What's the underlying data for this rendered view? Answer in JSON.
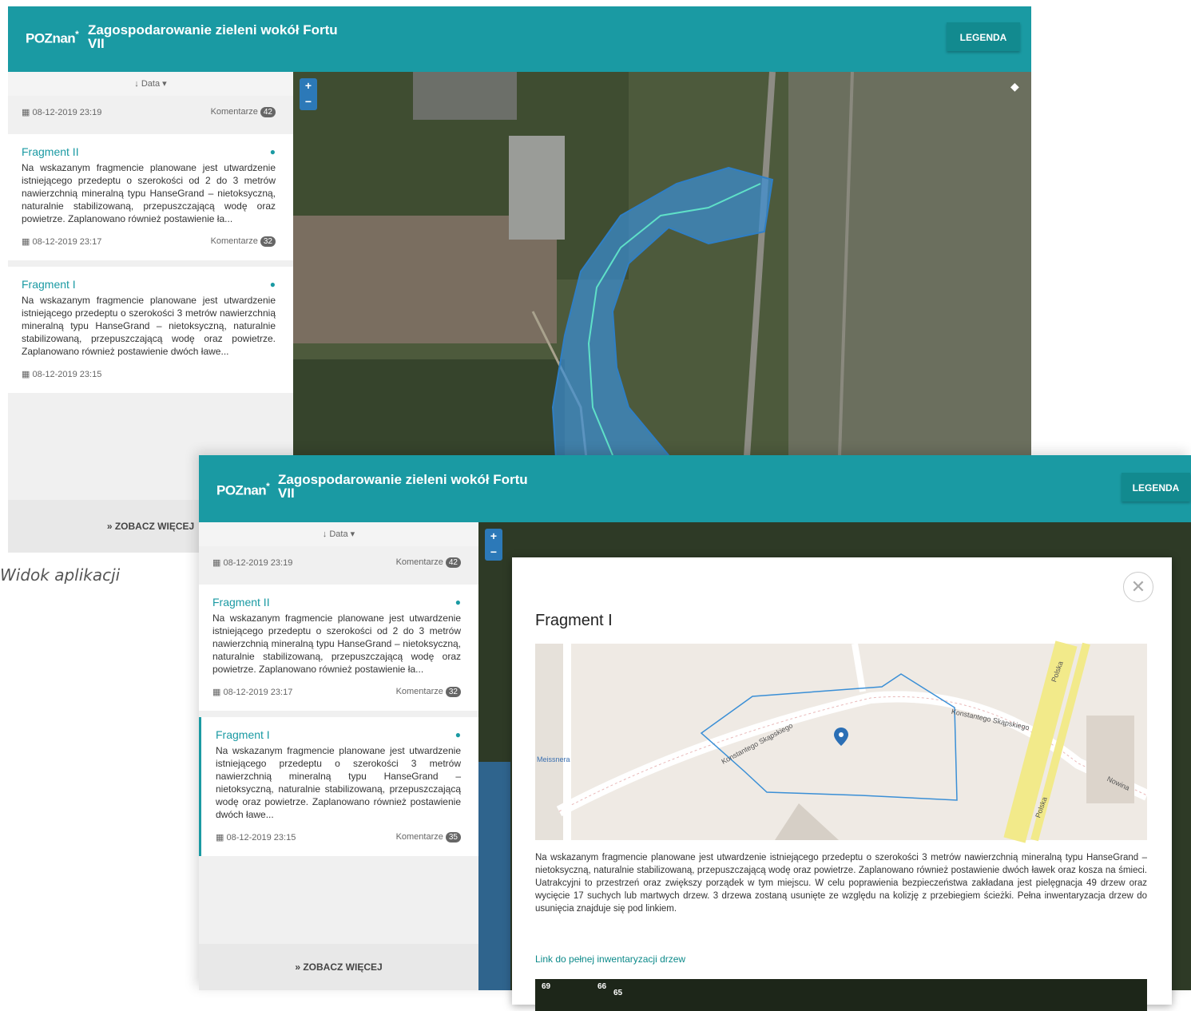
{
  "windows": [
    {
      "logo": "POZnan",
      "logo_mark": "*",
      "title": "Zagospodarowanie zieleni wokół Fortu VII",
      "legend_label": "LEGENDA",
      "sort_label": "Data",
      "top_date": "08-12-2019 23:19",
      "top_comments": {
        "label": "Komentarze",
        "count": "42"
      },
      "items": [
        {
          "title": "Fragment II",
          "text": "Na wskazanym fragmencie planowane jest utwardzenie istniejącego przedeptu o szerokości od 2 do 3 metrów nawierzchnią mineralną typu HanseGrand – nietoksyczną, naturalnie stabilizowaną, przepuszczającą wodę oraz powietrze. Zaplanowano również postawienie ła...",
          "date": "08-12-2019 23:17",
          "comments_label": "Komentarze",
          "comments": "32"
        },
        {
          "title": "Fragment I",
          "text": "Na wskazanym fragmencie planowane jest utwardzenie istniejącego przedeptu o szerokości 3 metrów nawierzchnią mineralną typu HanseGrand – nietoksyczną, naturalnie stabilizowaną, przepuszczającą wodę oraz powietrze. Zaplanowano również postawienie dwóch ławe...",
          "date": "08-12-2019 23:15",
          "comments_label": "",
          "comments": ""
        }
      ],
      "more_label": "ZOBACZ WIĘCEJ"
    },
    {
      "logo": "POZnan",
      "logo_mark": "*",
      "title": "Zagospodarowanie zieleni wokół Fortu VII",
      "legend_label": "LEGENDA",
      "sort_label": "Data",
      "top_date": "08-12-2019 23:19",
      "top_comments": {
        "label": "Komentarze",
        "count": "42"
      },
      "items": [
        {
          "title": "Fragment II",
          "text": "Na wskazanym fragmencie planowane jest utwardzenie istniejącego przedeptu o szerokości od 2 do 3 metrów nawierzchnią mineralną typu HanseGrand – nietoksyczną, naturalnie stabilizowaną, przepuszczającą wodę oraz powietrze. Zaplanowano również postawienie ła...",
          "date": "08-12-2019 23:17",
          "comments_label": "Komentarze",
          "comments": "32"
        },
        {
          "title": "Fragment I",
          "text": "Na wskazanym fragmencie planowane jest utwardzenie istniejącego przedeptu o szerokości 3 metrów nawierzchnią mineralną typu HanseGrand – nietoksyczną, naturalnie stabilizowaną, przepuszczającą wodę oraz powietrze. Zaplanowano również postawienie dwóch ławe...",
          "date": "08-12-2019 23:15",
          "comments_label": "Komentarze",
          "comments": "35"
        }
      ],
      "more_label": "ZOBACZ WIĘCEJ",
      "modal": {
        "title": "Fragment I",
        "text": "Na wskazanym fragmencie planowane jest utwardzenie istniejącego przedeptu o szerokości 3 metrów nawierzchnią mineralną typu HanseGrand – nietoksyczną, naturalnie stabilizowaną, przepuszczającą wodę oraz powietrze. Zaplanowano również postawienie dwóch ławek oraz kosza na śmieci. Uatrakcyjni to przestrzeń oraz zwiększy porządek w tym miejscu. W celu poprawienia bezpieczeństwa zakładana jest pielęgnacja 49 drzew oraz wycięcie 17 suchych lub martwych drzew. 3 drzewa zostaną usunięte ze względu na kolizję z przebiegiem ścieżki. Pełna inwentaryzacja drzew do usunięcia znajduje się pod linkiem.",
        "link": "Link do pełnej inwentaryzacji drzew",
        "map_labels": {
          "street1": "Konstantego Skąpskiego",
          "street2": "Konstantego Skąpskiego",
          "street3": "Polska",
          "street4": "Polska",
          "street5": "Nowina",
          "street6": "Meissnera"
        },
        "strip_numbers": [
          "69",
          "66",
          "65"
        ]
      }
    }
  ],
  "caption": "Widok aplikacji",
  "icons": {
    "calendar": "calendar-icon",
    "pin": "map-pin-icon",
    "sort": "arrow-down-icon",
    "more": "chevrons-down-icon",
    "close": "close-icon",
    "layers": "layers-icon"
  },
  "colors": {
    "header": "#1a9aa3",
    "accent": "#1a9aa3",
    "zone": "#3a8fd6",
    "legend_button": "#128a8f"
  }
}
